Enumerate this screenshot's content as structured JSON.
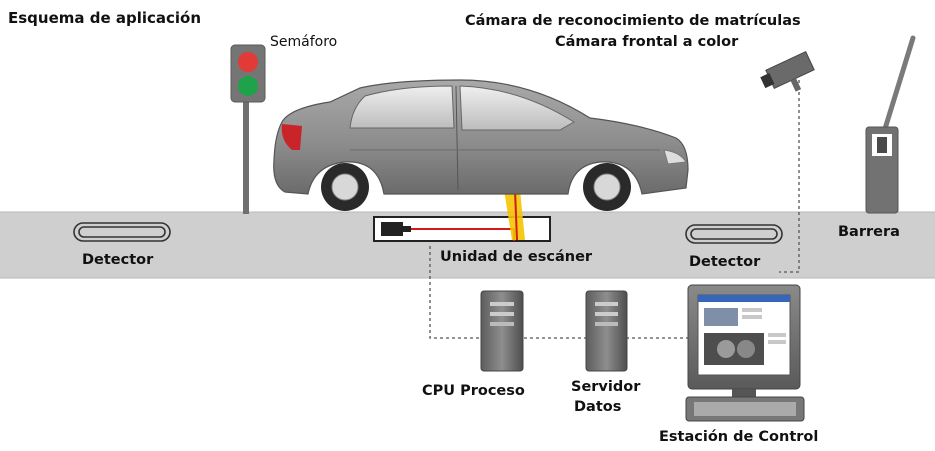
{
  "diagram": {
    "title": "Esquema de aplicación",
    "labels": {
      "traffic_light": "Semáforo",
      "camera_line1": "Cámara de reconocimiento de matrículas",
      "camera_line2": "Cámara frontal a color",
      "detector_left": "Detector",
      "detector_right": "Detector",
      "scanner_unit": "Unidad de escáner",
      "barrier": "Barrera",
      "cpu": "CPU Proceso",
      "server_line1": "Servidor",
      "server_line2": "Datos",
      "control_station": "Estación de Control"
    },
    "colors": {
      "road": "#cfcfcf",
      "car_body": "#8d8d8d",
      "light_red": "#e23a36",
      "light_green": "#1ea24a",
      "scanner_red": "#d11a1a",
      "scanner_yellow": "#f4c400",
      "dash_line": "#555555"
    },
    "traffic_light_state": "red-and-green-lit"
  }
}
